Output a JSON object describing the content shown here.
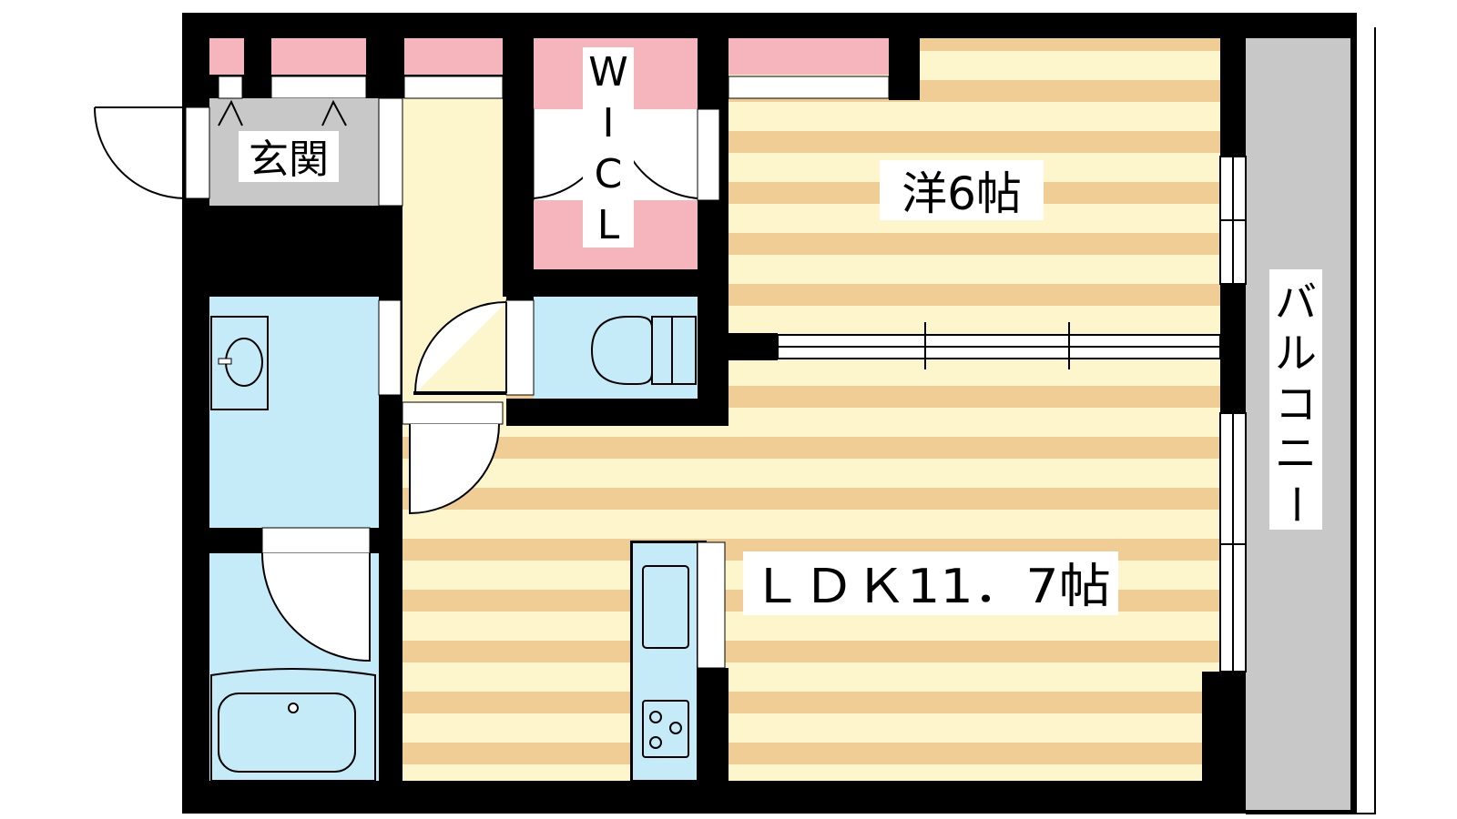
{
  "rooms": {
    "genkan": "玄関",
    "wic": [
      "W",
      "I",
      "C",
      "L"
    ],
    "western": "洋6帖",
    "ldk": "ＬＤＫ11．7帖",
    "balcony": [
      "バ",
      "ル",
      "コ",
      "ニ",
      "ー"
    ]
  },
  "colors": {
    "wall": "#000000",
    "floor_light": "#fdf6cd",
    "floor_dark": "#f0cd95",
    "storage": "#f6b4bc",
    "wet_area": "#c6ebf8",
    "genkan": "#c8c8c8",
    "balcony": "#c8c8c8",
    "hallway": "#fdf6cd"
  }
}
